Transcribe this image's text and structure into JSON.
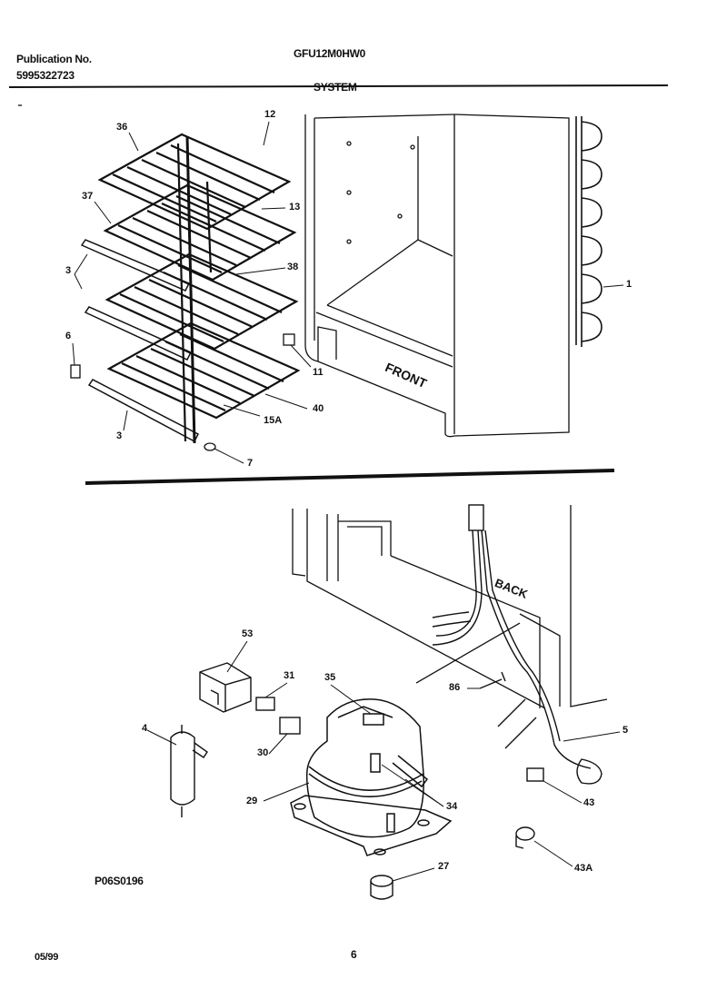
{
  "header": {
    "publication_label": "Publication No.",
    "publication_number": "5995322723",
    "model": "GFU12M0HW0",
    "section": "SYSTEM"
  },
  "top_diagram": {
    "front_label": "FRONT",
    "callouts": [
      "36",
      "12",
      "37",
      "13",
      "3",
      "38",
      "1",
      "6",
      "11",
      "40",
      "15A",
      "3",
      "7"
    ]
  },
  "bottom_diagram": {
    "back_label": "BACK",
    "callouts": [
      "53",
      "31",
      "35",
      "86",
      "4",
      "30",
      "5",
      "29",
      "34",
      "43",
      "27",
      "43A"
    ],
    "figure_code": "P06S0196"
  },
  "footer": {
    "date": "05/99",
    "page": "6"
  }
}
